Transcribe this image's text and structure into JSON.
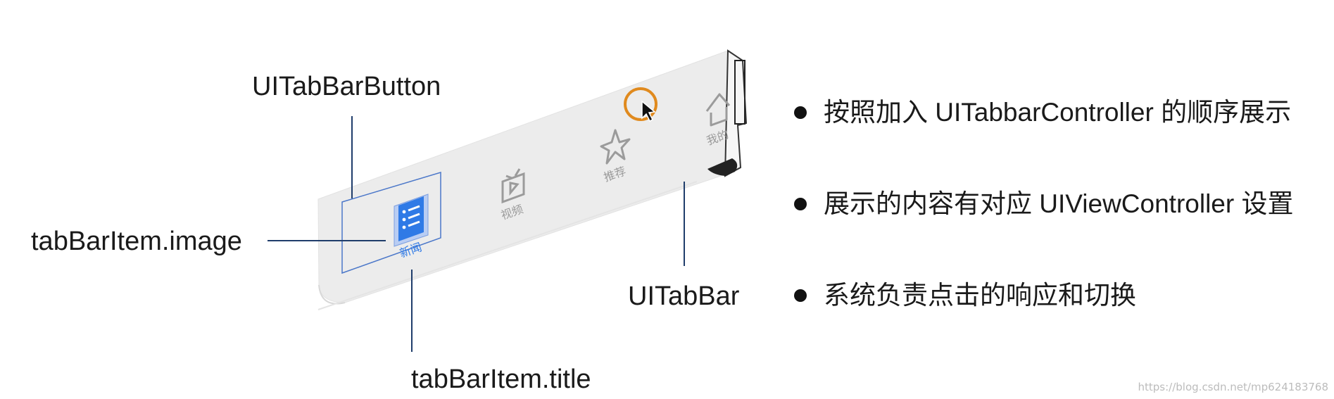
{
  "diagram": {
    "labels": {
      "tab_bar_button": "UITabBarButton",
      "tab_bar_item_image": "tabBarItem.image",
      "tab_bar_item_title": "tabBarItem.title",
      "tab_bar": "UITabBar"
    },
    "tabs": [
      {
        "title": "新闻",
        "icon": "document-list-icon",
        "selected": true
      },
      {
        "title": "视频",
        "icon": "tv-play-icon",
        "selected": false
      },
      {
        "title": "推荐",
        "icon": "star-icon",
        "selected": false
      },
      {
        "title": "我的",
        "icon": "home-icon",
        "selected": false
      }
    ],
    "colors": {
      "accent": "#2f7ae6",
      "line": "#1f3d6b",
      "tab_bar_bg": "#ececec",
      "icon_gray": "#9b9b9b",
      "cursor_ring": "#e08a1e"
    }
  },
  "bullets": [
    "按照加入 UITabbarController 的顺序展示",
    "展示的内容有对应 UIViewController 设置",
    "系统负责点击的响应和切换"
  ],
  "watermark": "https://blog.csdn.net/mp624183768"
}
